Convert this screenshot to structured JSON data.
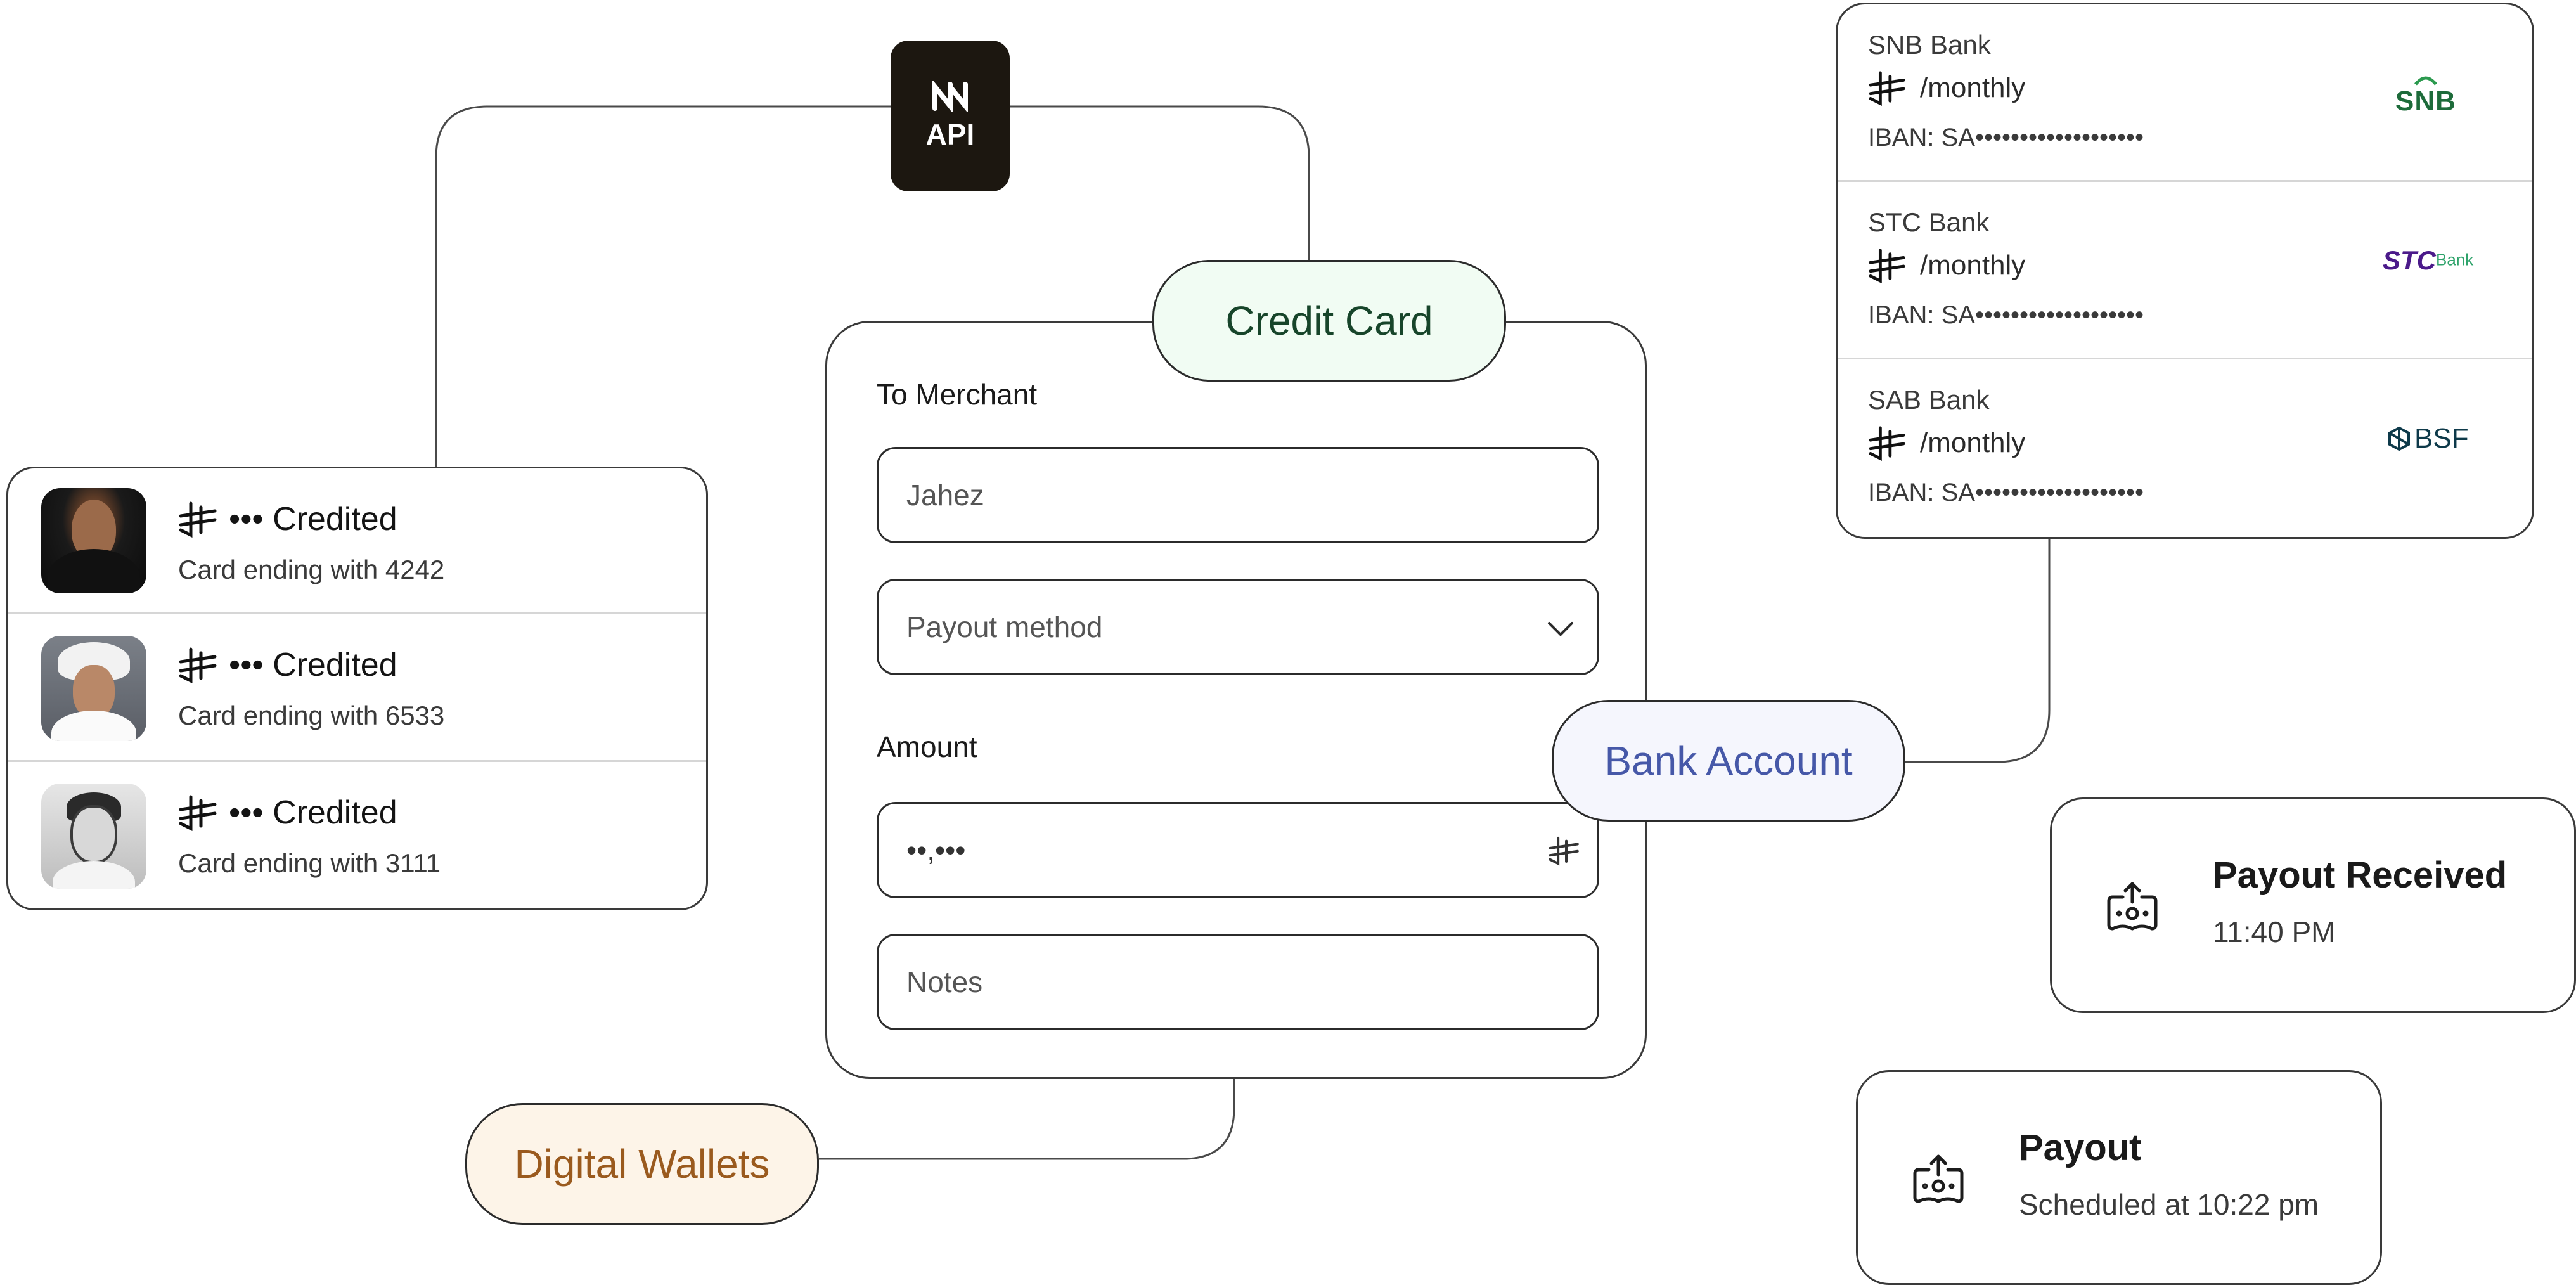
{
  "api_node": {
    "label": "API"
  },
  "credit_card_pill": {
    "label": "Credit Card",
    "bg": "#f1fcf3",
    "color": "#17452a"
  },
  "bank_account_pill": {
    "label": "Bank Account",
    "bg": "#f5f6fd",
    "color": "#4658a8"
  },
  "digital_wallets_pill": {
    "label": "Digital Wallets",
    "bg": "#fdf4e8",
    "color": "#9a5a1e"
  },
  "form": {
    "to_merchant_label": "To Merchant",
    "merchant_value": "Jahez",
    "payout_method_placeholder": "Payout method",
    "amount_label": "Amount",
    "amount_value": "••,•••",
    "notes_placeholder": "Notes"
  },
  "transactions": [
    {
      "title": "••• Credited",
      "subtitle": "Card ending with 4242"
    },
    {
      "title": "••• Credited",
      "subtitle": "Card ending with 6533"
    },
    {
      "title": "••• Credited",
      "subtitle": "Card ending with 3111"
    }
  ],
  "banks": [
    {
      "name": "SNB Bank",
      "period": "/monthly",
      "iban": "IBAN: SA•••••••••••••••••••",
      "logo": "SNB",
      "logo_color": "#1d6b3a"
    },
    {
      "name": "STC Bank",
      "period": "/monthly",
      "iban": "IBAN: SA•••••••••••••••••••",
      "logo": "STC",
      "logo_sup": "Bank",
      "logo_color": "#4b1a8a",
      "logo_sup_color": "#2fa36b"
    },
    {
      "name": "SAB Bank",
      "period": "/monthly",
      "iban": "IBAN: SA•••••••••••••••••••",
      "logo": "BSF",
      "logo_color": "#0e3a4a"
    }
  ],
  "notifications": [
    {
      "title": "Payout Received",
      "subtitle": "11:40 PM",
      "icon": "payout-icon"
    },
    {
      "title": "Payout",
      "subtitle": "Scheduled at 10:22 pm",
      "icon": "payout-icon"
    }
  ]
}
